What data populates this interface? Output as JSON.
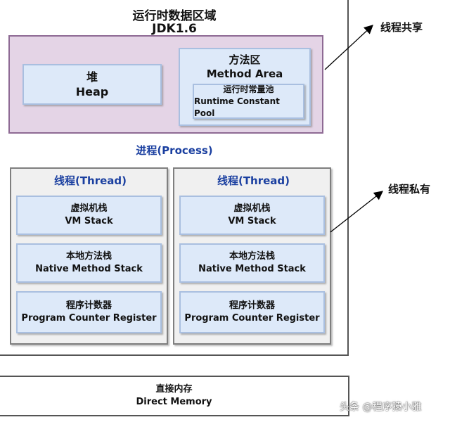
{
  "diagram": {
    "title_line1": "运行时数据区域",
    "title_line2": "JDK1.6",
    "shared_area": {
      "heap": {
        "cn": "堆",
        "en": "Heap"
      },
      "method_area": {
        "cn": "方法区",
        "en": "Method Area",
        "constant_pool": {
          "cn": "运行时常量池",
          "en": "Runtime Constant Pool"
        }
      }
    },
    "process_label": "进程(Process)",
    "threads": [
      {
        "title": "线程(Thread)",
        "vm_stack": {
          "cn": "虚拟机栈",
          "en": "VM Stack"
        },
        "native_stack": {
          "cn": "本地方法栈",
          "en": "Native Method Stack"
        },
        "pc_register": {
          "cn": "程序计数器",
          "en": "Program Counter Register"
        }
      },
      {
        "title": "线程(Thread)",
        "vm_stack": {
          "cn": "虚拟机栈",
          "en": "VM Stack"
        },
        "native_stack": {
          "cn": "本地方法栈",
          "en": "Native Method Stack"
        },
        "pc_register": {
          "cn": "程序计数器",
          "en": "Program Counter Register"
        }
      }
    ],
    "direct_memory": {
      "cn": "直接内存",
      "en": "Direct Memory"
    },
    "callouts": {
      "shared": "线程共享",
      "private": "线程私有"
    },
    "watermark": "头条 @程序猿小雅"
  },
  "colors": {
    "shared_fill": "#e4d4e6",
    "shared_border": "#8e6a94",
    "box_fill": "#dde9f9",
    "box_border": "#a9bfe0",
    "thread_fill": "#f0f0f0",
    "blue_text": "#1a3fa0"
  }
}
